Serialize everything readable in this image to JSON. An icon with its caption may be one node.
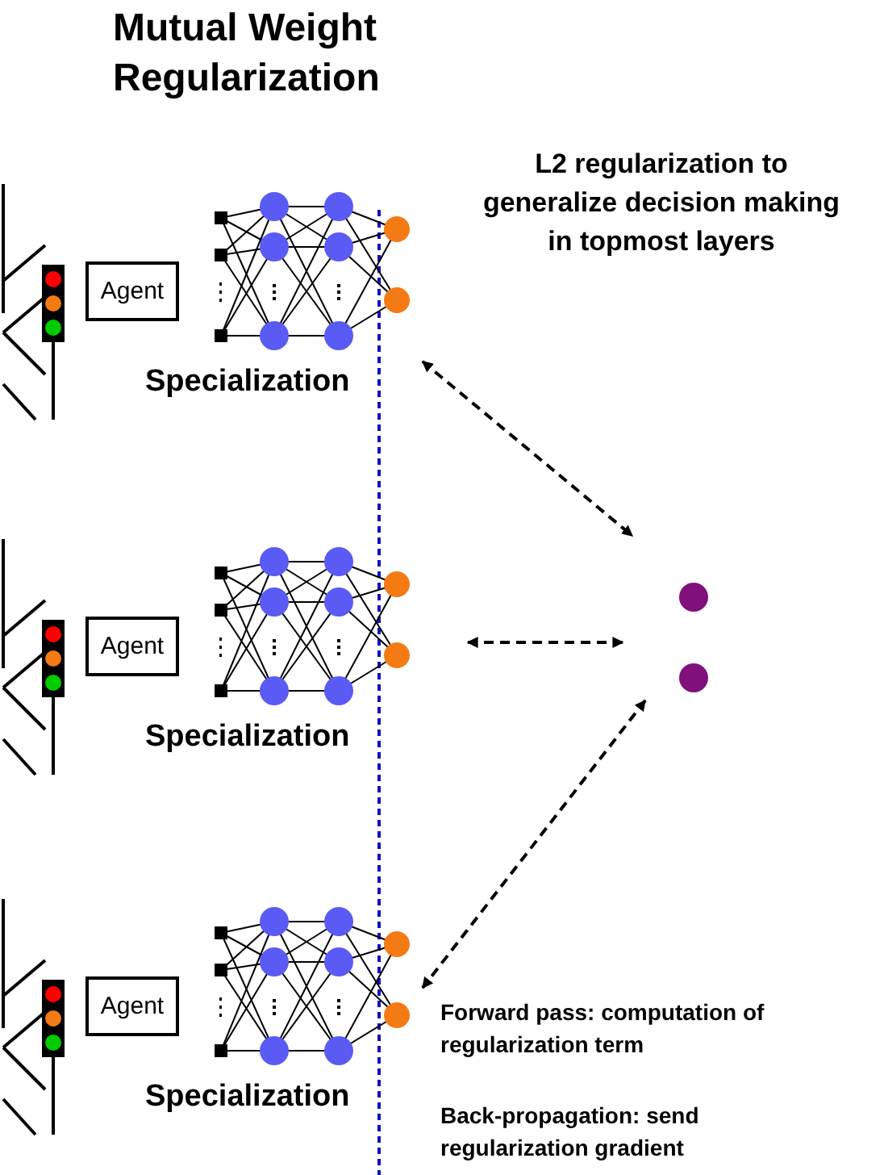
{
  "diagram": {
    "title": "Mutual Weight Regularization",
    "nodes": [
      {
        "text": [
          "Agent"
        ]
      },
      {
        "text": [],
        "shape": "network",
        "beside": [
          "Specialization"
        ]
      },
      {
        "text": [
          "Agent"
        ]
      },
      {
        "text": [],
        "shape": "network",
        "beside": [
          "Specialization"
        ]
      },
      {
        "text": [
          "Agent"
        ]
      },
      {
        "text": [],
        "shape": "network",
        "beside": [
          "Specialization"
        ]
      },
      {
        "text": [],
        "shape": "circle"
      }
    ],
    "edges": [
      {
        "from": 1,
        "to": 6,
        "arrow": "both",
        "style": "dashed"
      },
      {
        "from": 3,
        "to": 6,
        "arrow": "both",
        "style": "dashed"
      },
      {
        "from": 6,
        "to": 5,
        "arrow": "both",
        "style": "dashed"
      }
    ],
    "labels": [
      "L2 regularization to generalize decision making in topmost layers",
      "Forward pass: computation of regularization term",
      "Back-propagation: send regularization gradient"
    ]
  }
}
